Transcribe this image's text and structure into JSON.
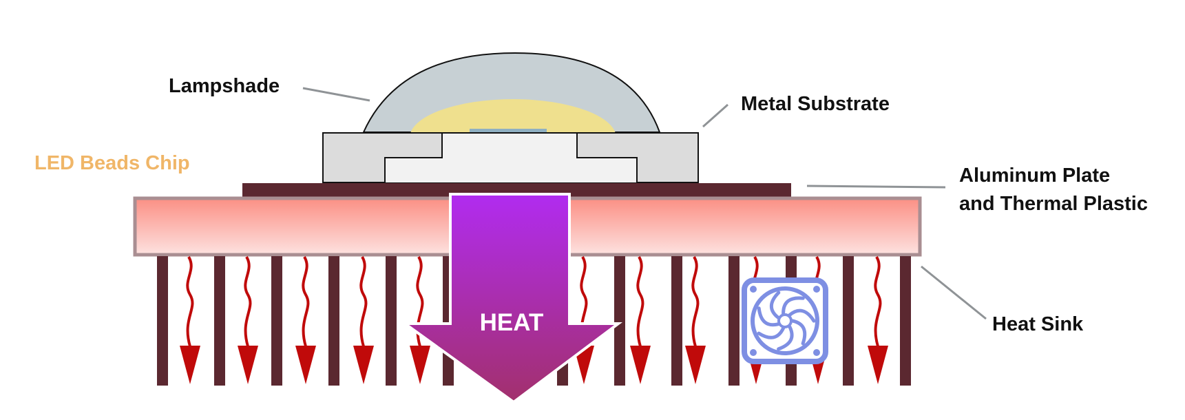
{
  "labels": {
    "lampshade": "Lampshade",
    "metal_substrate": "Metal Substrate",
    "led_chip": "LED Beads Chip",
    "aluminum_line1": "Aluminum Plate",
    "aluminum_line2": "and Thermal Plastic",
    "heat_sink": "Heat Sink",
    "heat": "HEAT"
  },
  "icons": {
    "fan": "fan-icon",
    "heat_wave": "wavy-arrow-down-icon",
    "heat_arrow": "large-arrow-down-icon"
  },
  "colors": {
    "lampshade": "#c7d0d4",
    "led_glow": "#efe08e",
    "substrate": "#dcdcdc",
    "substrate_inner": "#f2f2f2",
    "dark_plate": "#5b2830",
    "thermal_top": "#fb8f84",
    "thermal_bottom": "#fde2e0",
    "thermal_border": "#a98e92",
    "fins": "#5b2830",
    "heat_wave": "#c00a0a",
    "heat_arrow_top": "#b12cf0",
    "heat_arrow_bottom": "#a2306c",
    "fan": "#7e8fe3",
    "led_label": "#f0b668",
    "leader_lines": "#8f9396"
  }
}
